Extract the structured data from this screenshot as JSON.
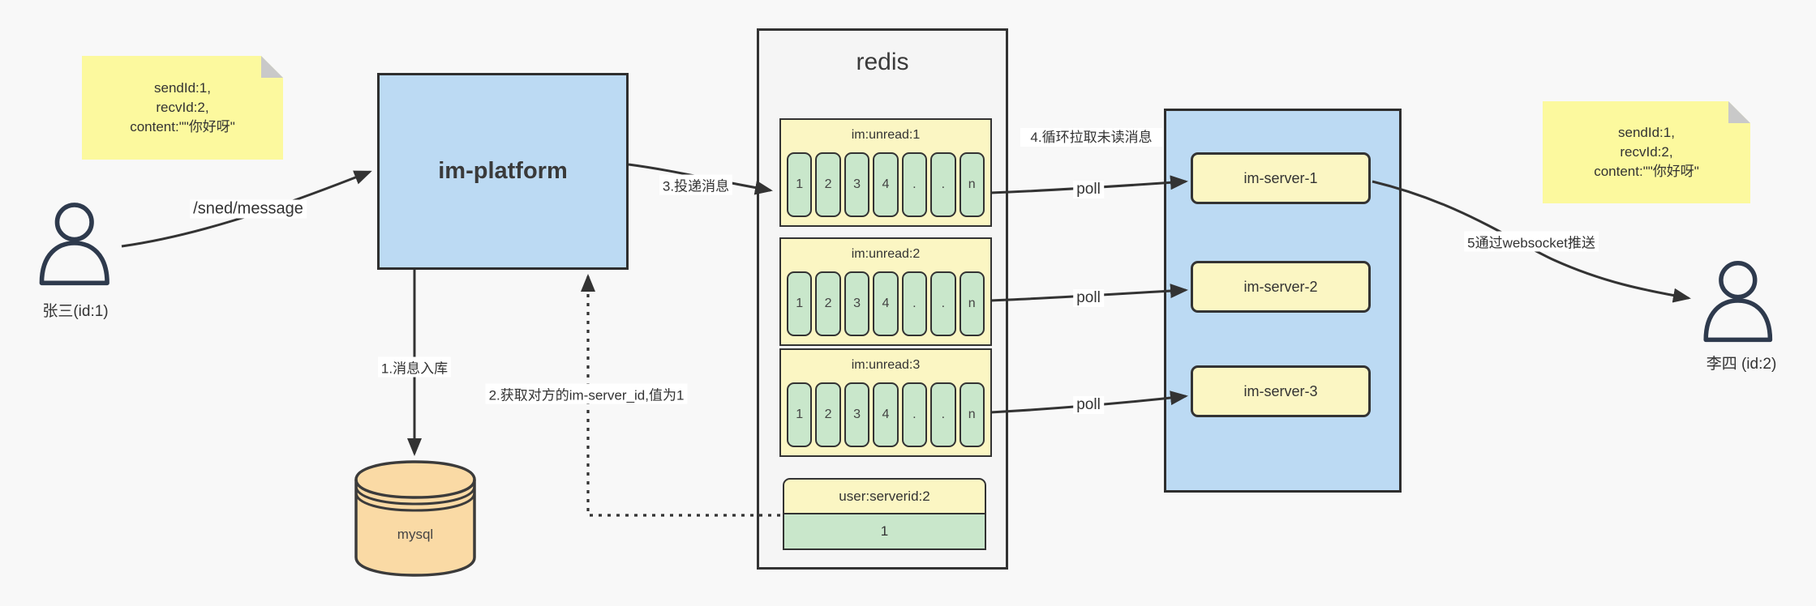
{
  "notes": {
    "left": {
      "lines": [
        "sendId:1,",
        "recvId:2,",
        "content:\"\"你好呀\""
      ]
    },
    "right": {
      "lines": [
        "sendId:1,",
        "recvId:2,",
        "content:\"\"你好呀\""
      ]
    }
  },
  "actors": {
    "sender": {
      "label": "张三(id:1)"
    },
    "receiver": {
      "label": "李四 (id:2)"
    }
  },
  "platform": {
    "label": "im-platform"
  },
  "database": {
    "label": "mysql"
  },
  "redis": {
    "title": "redis",
    "queues": [
      {
        "name": "im:unread:1",
        "cells": [
          "1",
          "2",
          "3",
          "4",
          ".",
          ".",
          "n"
        ]
      },
      {
        "name": "im:unread:2",
        "cells": [
          "1",
          "2",
          "3",
          "4",
          ".",
          ".",
          "n"
        ]
      },
      {
        "name": "im:unread:3",
        "cells": [
          "1",
          "2",
          "3",
          "4",
          ".",
          ".",
          "n"
        ]
      }
    ],
    "kv": {
      "key": "user:serverid:2",
      "value": "1"
    }
  },
  "cluster": {
    "servers": [
      {
        "label": "im-server-1"
      },
      {
        "label": "im-server-2"
      },
      {
        "label": "im-server-3"
      }
    ]
  },
  "edges": {
    "send_api": "/sned/message",
    "step1": "1.消息入库",
    "step2": "2.获取对方的im-server_id,值为1",
    "step3": "3.投递消息",
    "step4": "4.循环拉取未读消息",
    "poll": "poll",
    "step5": "5通过websocket推送"
  },
  "colors": {
    "background": "#f8f8f8",
    "box_blue": "#bcdaf3",
    "note_yellow": "#fcf99e",
    "queue_yellow": "#fbf6c3",
    "cell_green": "#c9e7cb",
    "db_orange": "#fadaa5",
    "container_gray": "#f5f5f5",
    "stroke_dark": "#333333"
  }
}
